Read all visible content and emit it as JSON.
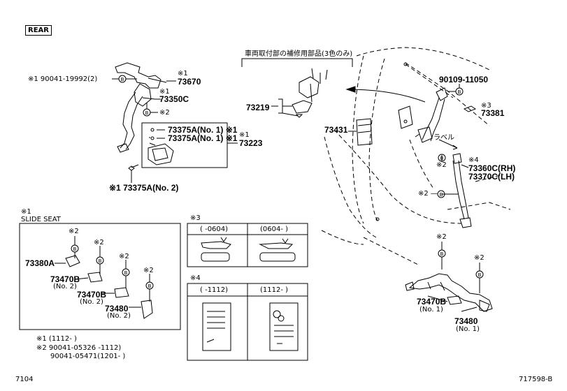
{
  "rear_tag": "REAR",
  "header_jp": "車両取付部の補修用部品(3色のみ)",
  "footer": {
    "left": "7104",
    "right": "717598-B"
  },
  "labels": {
    "l1a": "※1 90041-19992(2)",
    "l1b": "※1",
    "p73670": "73670",
    "l1c": "※1",
    "p73350c": "73350C",
    "l2a": "※2",
    "l73375a1": "73375A(No. 1) ※1",
    "l73375a2": "73375A(No. 1) ※1",
    "l1d": "※1",
    "p73223": "73223",
    "l73375a3": "※1 73375A(No. 2)",
    "p73219": "73219",
    "p73431": "73431",
    "p90109": "90109-11050",
    "l3a": "※3",
    "p73381": "73381",
    "label_jp": "ラベル",
    "l4a": "※4",
    "p73360c": "73360C(RH)",
    "p73370c": "73370C(LH)",
    "l2b": "※2",
    "l2c": "※2 —",
    "slide_hdr1": "※1",
    "slide_hdr2": "SLIDE SEAT",
    "s_2a": "※2",
    "s_73380a": "73380A",
    "s_2b": "※2",
    "s_73470b1": "73470B",
    "s_no2a": "(No. 2)",
    "s_2c": "※2",
    "s_73470b2": "73470B",
    "s_no2b": "(No. 2)",
    "s_2d": "※2",
    "s_73480": "73480",
    "s_no2c": "(No. 2)",
    "t3_hdr": "※3",
    "t3_c1": "(   -0604)",
    "t3_c2": "(0604-    )",
    "t4_hdr": "※4",
    "t4_c1": "(   -1112)",
    "t4_c2": "(1112-    )",
    "r_2a": "※2",
    "r_2b": "※2",
    "r_73470b": "73470B",
    "r_no1a": "(No. 1)",
    "r_73480": "73480",
    "r_no1b": "(No. 1)",
    "n1": "※1  (1112-      )",
    "n2a": "※2   90041-05326      -1112)",
    "n2b": "90041-05471(1201-      )"
  }
}
